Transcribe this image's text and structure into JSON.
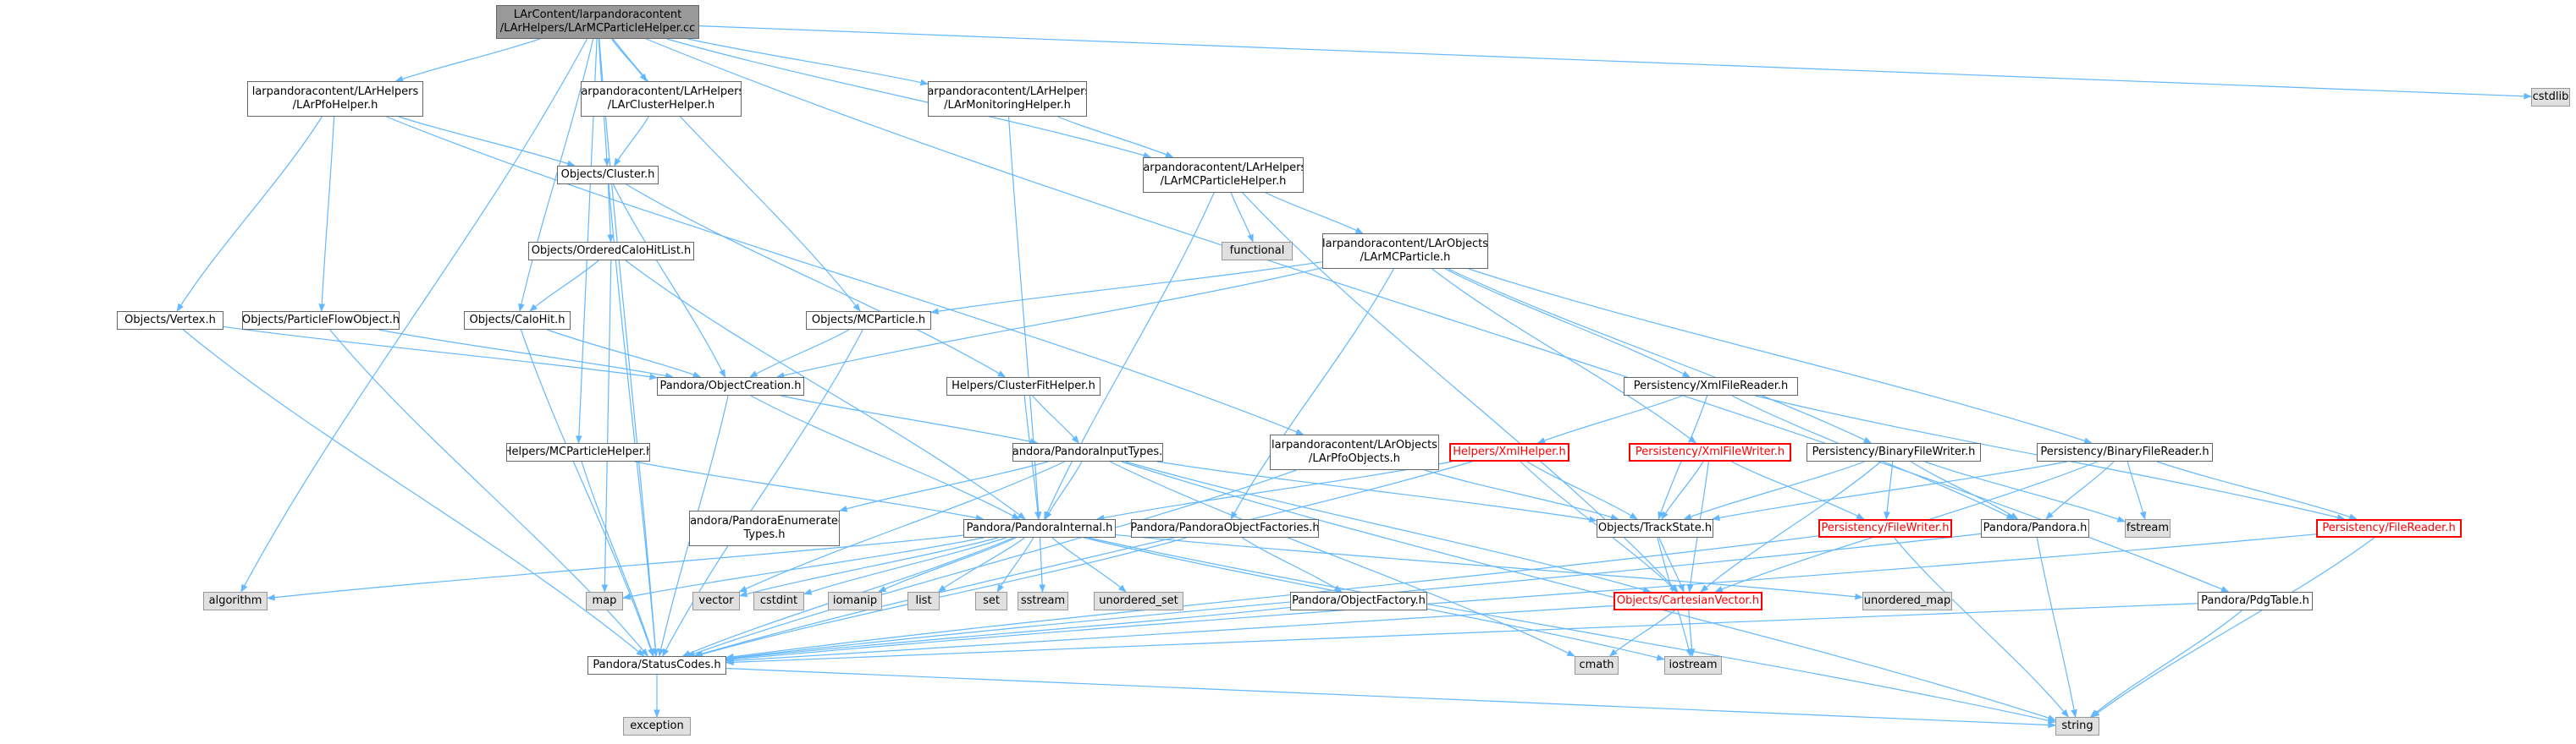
{
  "graph": {
    "colors": {
      "edge": "#63b8ff",
      "root_fill": "#999999",
      "sys_fill": "#e0e0e0",
      "missing_border": "#ff0000"
    },
    "nodes": [
      {
        "id": "root",
        "lines": [
          "LArContent/larpandoracontent",
          "/LArHelpers/LArMCParticleHelper.cc"
        ],
        "kind": "root"
      },
      {
        "id": "cstdlib",
        "lines": [
          "cstdlib"
        ],
        "kind": "sys"
      },
      {
        "id": "pfohelper",
        "lines": [
          "larpandoracontent/LArHelpers",
          "/LArPfoHelper.h"
        ],
        "kind": "normal"
      },
      {
        "id": "clusterhelper",
        "lines": [
          "larpandoracontent/LArHelpers",
          "/LArClusterHelper.h"
        ],
        "kind": "normal"
      },
      {
        "id": "monitoring",
        "lines": [
          "larpandoracontent/LArHelpers",
          "/LArMonitoringHelper.h"
        ],
        "kind": "normal"
      },
      {
        "id": "mcphelper",
        "lines": [
          "larpandoracontent/LArHelpers",
          "/LArMCParticleHelper.h"
        ],
        "kind": "normal"
      },
      {
        "id": "cluster",
        "lines": [
          "Objects/Cluster.h"
        ],
        "kind": "normal"
      },
      {
        "id": "functional",
        "lines": [
          "functional"
        ],
        "kind": "sys"
      },
      {
        "id": "larmcparticle",
        "lines": [
          "larpandoracontent/LArObjects",
          "/LArMCParticle.h"
        ],
        "kind": "normal"
      },
      {
        "id": "orderedcalo",
        "lines": [
          "Objects/OrderedCaloHitList.h"
        ],
        "kind": "normal"
      },
      {
        "id": "vertex",
        "lines": [
          "Objects/Vertex.h"
        ],
        "kind": "normal"
      },
      {
        "id": "pfo",
        "lines": [
          "Objects/ParticleFlowObject.h"
        ],
        "kind": "normal"
      },
      {
        "id": "calohit",
        "lines": [
          "Objects/CaloHit.h"
        ],
        "kind": "normal"
      },
      {
        "id": "mcparticle",
        "lines": [
          "Objects/MCParticle.h"
        ],
        "kind": "normal"
      },
      {
        "id": "objcreation",
        "lines": [
          "Pandora/ObjectCreation.h"
        ],
        "kind": "normal"
      },
      {
        "id": "clusterfit",
        "lines": [
          "Helpers/ClusterFitHelper.h"
        ],
        "kind": "normal"
      },
      {
        "id": "xmlreader",
        "lines": [
          "Persistency/XmlFileReader.h"
        ],
        "kind": "normal"
      },
      {
        "id": "helpersmcp",
        "lines": [
          "Helpers/MCParticleHelper.h"
        ],
        "kind": "normal"
      },
      {
        "id": "inputtypes",
        "lines": [
          "Pandora/PandoraInputTypes.h"
        ],
        "kind": "normal"
      },
      {
        "id": "pfoobjects",
        "lines": [
          "larpandoracontent/LArObjects",
          "/LArPfoObjects.h"
        ],
        "kind": "normal"
      },
      {
        "id": "xmlhelper",
        "lines": [
          "Helpers/XmlHelper.h"
        ],
        "kind": "missing"
      },
      {
        "id": "xmlwriter",
        "lines": [
          "Persistency/XmlFileWriter.h"
        ],
        "kind": "missing"
      },
      {
        "id": "binwriter",
        "lines": [
          "Persistency/BinaryFileWriter.h"
        ],
        "kind": "normal"
      },
      {
        "id": "binreader",
        "lines": [
          "Persistency/BinaryFileReader.h"
        ],
        "kind": "normal"
      },
      {
        "id": "enumtypes",
        "lines": [
          "Pandora/PandoraEnumerated",
          "Types.h"
        ],
        "kind": "normal"
      },
      {
        "id": "internal",
        "lines": [
          "Pandora/PandoraInternal.h"
        ],
        "kind": "normal"
      },
      {
        "id": "factories",
        "lines": [
          "Pandora/PandoraObjectFactories.h"
        ],
        "kind": "normal"
      },
      {
        "id": "trackstate",
        "lines": [
          "Objects/TrackState.h"
        ],
        "kind": "normal"
      },
      {
        "id": "filewriter",
        "lines": [
          "Persistency/FileWriter.h"
        ],
        "kind": "missing"
      },
      {
        "id": "pandora",
        "lines": [
          "Pandora/Pandora.h"
        ],
        "kind": "normal"
      },
      {
        "id": "fstream",
        "lines": [
          "fstream"
        ],
        "kind": "sys"
      },
      {
        "id": "filereader",
        "lines": [
          "Persistency/FileReader.h"
        ],
        "kind": "missing"
      },
      {
        "id": "algorithm",
        "lines": [
          "algorithm"
        ],
        "kind": "sys"
      },
      {
        "id": "map",
        "lines": [
          "map"
        ],
        "kind": "sys"
      },
      {
        "id": "vector",
        "lines": [
          "vector"
        ],
        "kind": "sys"
      },
      {
        "id": "cstdint",
        "lines": [
          "cstdint"
        ],
        "kind": "sys"
      },
      {
        "id": "iomanip",
        "lines": [
          "iomanip"
        ],
        "kind": "sys"
      },
      {
        "id": "list",
        "lines": [
          "list"
        ],
        "kind": "sys"
      },
      {
        "id": "set",
        "lines": [
          "set"
        ],
        "kind": "sys"
      },
      {
        "id": "sstream",
        "lines": [
          "sstream"
        ],
        "kind": "sys"
      },
      {
        "id": "unordered_set",
        "lines": [
          "unordered_set"
        ],
        "kind": "sys"
      },
      {
        "id": "objfactory",
        "lines": [
          "Pandora/ObjectFactory.h"
        ],
        "kind": "normal"
      },
      {
        "id": "cartesian",
        "lines": [
          "Objects/CartesianVector.h"
        ],
        "kind": "missing"
      },
      {
        "id": "unordered_map",
        "lines": [
          "unordered_map"
        ],
        "kind": "sys"
      },
      {
        "id": "pdgtable",
        "lines": [
          "Pandora/PdgTable.h"
        ],
        "kind": "normal"
      },
      {
        "id": "statuscodes",
        "lines": [
          "Pandora/StatusCodes.h"
        ],
        "kind": "normal"
      },
      {
        "id": "cmath",
        "lines": [
          "cmath"
        ],
        "kind": "sys"
      },
      {
        "id": "iostream",
        "lines": [
          "iostream"
        ],
        "kind": "sys"
      },
      {
        "id": "exception",
        "lines": [
          "exception"
        ],
        "kind": "sys"
      },
      {
        "id": "string",
        "lines": [
          "string"
        ],
        "kind": "sys"
      }
    ],
    "edges": [
      [
        "root",
        "cstdlib"
      ],
      [
        "root",
        "pfohelper"
      ],
      [
        "root",
        "clusterhelper"
      ],
      [
        "root",
        "monitoring"
      ],
      [
        "root",
        "mcphelper"
      ],
      [
        "root",
        "cluster"
      ],
      [
        "root",
        "calohit"
      ],
      [
        "root",
        "mcparticle"
      ],
      [
        "root",
        "helpersmcp"
      ],
      [
        "root",
        "algorithm"
      ],
      [
        "root",
        "statuscodes"
      ],
      [
        "root",
        "pdgtable"
      ],
      [
        "pfohelper",
        "cluster"
      ],
      [
        "pfohelper",
        "vertex"
      ],
      [
        "pfohelper",
        "pfo"
      ],
      [
        "pfohelper",
        "pfoobjects"
      ],
      [
        "clusterhelper",
        "cluster"
      ],
      [
        "monitoring",
        "mcphelper"
      ],
      [
        "monitoring",
        "internal"
      ],
      [
        "mcphelper",
        "functional"
      ],
      [
        "mcphelper",
        "larmcparticle"
      ],
      [
        "mcphelper",
        "internal"
      ],
      [
        "mcphelper",
        "cartesian"
      ],
      [
        "cluster",
        "orderedcalo"
      ],
      [
        "cluster",
        "objcreation"
      ],
      [
        "cluster",
        "statuscodes"
      ],
      [
        "cluster",
        "clusterfit"
      ],
      [
        "larmcparticle",
        "mcparticle"
      ],
      [
        "larmcparticle",
        "objcreation"
      ],
      [
        "larmcparticle",
        "xmlreader"
      ],
      [
        "larmcparticle",
        "xmlwriter"
      ],
      [
        "larmcparticle",
        "binwriter"
      ],
      [
        "larmcparticle",
        "binreader"
      ],
      [
        "larmcparticle",
        "factories"
      ],
      [
        "orderedcalo",
        "calohit"
      ],
      [
        "orderedcalo",
        "internal"
      ],
      [
        "orderedcalo",
        "map"
      ],
      [
        "vertex",
        "objcreation"
      ],
      [
        "vertex",
        "statuscodes"
      ],
      [
        "pfo",
        "objcreation"
      ],
      [
        "pfo",
        "statuscodes"
      ],
      [
        "calohit",
        "objcreation"
      ],
      [
        "calohit",
        "statuscodes"
      ],
      [
        "mcparticle",
        "objcreation"
      ],
      [
        "mcparticle",
        "statuscodes"
      ],
      [
        "objcreation",
        "inputtypes"
      ],
      [
        "objcreation",
        "internal"
      ],
      [
        "objcreation",
        "statuscodes"
      ],
      [
        "clusterfit",
        "inputtypes"
      ],
      [
        "clusterfit",
        "internal"
      ],
      [
        "xmlreader",
        "xmlhelper"
      ],
      [
        "xmlreader",
        "trackstate"
      ],
      [
        "xmlreader",
        "filereader"
      ],
      [
        "xmlreader",
        "pandora"
      ],
      [
        "helpersmcp",
        "internal"
      ],
      [
        "helpersmcp",
        "statuscodes"
      ],
      [
        "inputtypes",
        "enumtypes"
      ],
      [
        "inputtypes",
        "internal"
      ],
      [
        "inputtypes",
        "cartesian"
      ],
      [
        "inputtypes",
        "trackstate"
      ],
      [
        "inputtypes",
        "vector"
      ],
      [
        "inputtypes",
        "string"
      ],
      [
        "inputtypes",
        "cmath"
      ],
      [
        "pfoobjects",
        "trackstate"
      ],
      [
        "pfoobjects",
        "statuscodes"
      ],
      [
        "xmlhelper",
        "internal"
      ],
      [
        "xmlhelper",
        "trackstate"
      ],
      [
        "xmlhelper",
        "cartesian"
      ],
      [
        "xmlhelper",
        "statuscodes"
      ],
      [
        "xmlwriter",
        "filewriter"
      ],
      [
        "xmlwriter",
        "trackstate"
      ],
      [
        "xmlwriter",
        "cartesian"
      ],
      [
        "binwriter",
        "filewriter"
      ],
      [
        "binwriter",
        "pandora"
      ],
      [
        "binwriter",
        "fstream"
      ],
      [
        "binwriter",
        "trackstate"
      ],
      [
        "binwriter",
        "cartesian"
      ],
      [
        "binreader",
        "filereader"
      ],
      [
        "binreader",
        "pandora"
      ],
      [
        "binreader",
        "fstream"
      ],
      [
        "binreader",
        "trackstate"
      ],
      [
        "binreader",
        "cartesian"
      ],
      [
        "internal",
        "algorithm"
      ],
      [
        "internal",
        "map"
      ],
      [
        "internal",
        "vector"
      ],
      [
        "internal",
        "cstdint"
      ],
      [
        "internal",
        "iomanip"
      ],
      [
        "internal",
        "list"
      ],
      [
        "internal",
        "set"
      ],
      [
        "internal",
        "sstream"
      ],
      [
        "internal",
        "unordered_set"
      ],
      [
        "internal",
        "unordered_map"
      ],
      [
        "internal",
        "string"
      ],
      [
        "internal",
        "statuscodes"
      ],
      [
        "internal",
        "iostream"
      ],
      [
        "factories",
        "objfactory"
      ],
      [
        "factories",
        "statuscodes"
      ],
      [
        "objfactory",
        "statuscodes"
      ],
      [
        "trackstate",
        "cartesian"
      ],
      [
        "trackstate",
        "iostream"
      ],
      [
        "filewriter",
        "statuscodes"
      ],
      [
        "filewriter",
        "string"
      ],
      [
        "pandora",
        "statuscodes"
      ],
      [
        "pandora",
        "string"
      ],
      [
        "filereader",
        "statuscodes"
      ],
      [
        "filereader",
        "string"
      ],
      [
        "cartesian",
        "cmath"
      ],
      [
        "cartesian",
        "iostream"
      ],
      [
        "cartesian",
        "statuscodes"
      ],
      [
        "pdgtable",
        "statuscodes"
      ],
      [
        "pdgtable",
        "string"
      ],
      [
        "statuscodes",
        "exception"
      ],
      [
        "statuscodes",
        "string"
      ]
    ]
  }
}
